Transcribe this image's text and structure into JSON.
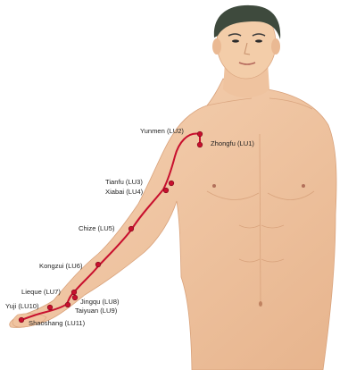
{
  "diagram": {
    "meridian_color": "#c8102e",
    "skin_color": "#f1c7a3",
    "hair_color": "#3e4a3d",
    "points": [
      {
        "id": "LU1",
        "label": "Zhongfu (LU1)"
      },
      {
        "id": "LU2",
        "label": "Yunmen (LU2)"
      },
      {
        "id": "LU3",
        "label": "Tianfu (LU3)"
      },
      {
        "id": "LU4",
        "label": "Xiabai (LU4)"
      },
      {
        "id": "LU5",
        "label": "Chize (LU5)"
      },
      {
        "id": "LU6",
        "label": "Kongzui (LU6)"
      },
      {
        "id": "LU7",
        "label": "Lieque (LU7)"
      },
      {
        "id": "LU8",
        "label": "Jingqu (LU8)"
      },
      {
        "id": "LU9",
        "label": "Taiyuan (LU9)"
      },
      {
        "id": "LU10",
        "label": "Yuji (LU10)"
      },
      {
        "id": "LU11",
        "label": "Shaoshang (LU11)"
      }
    ]
  }
}
